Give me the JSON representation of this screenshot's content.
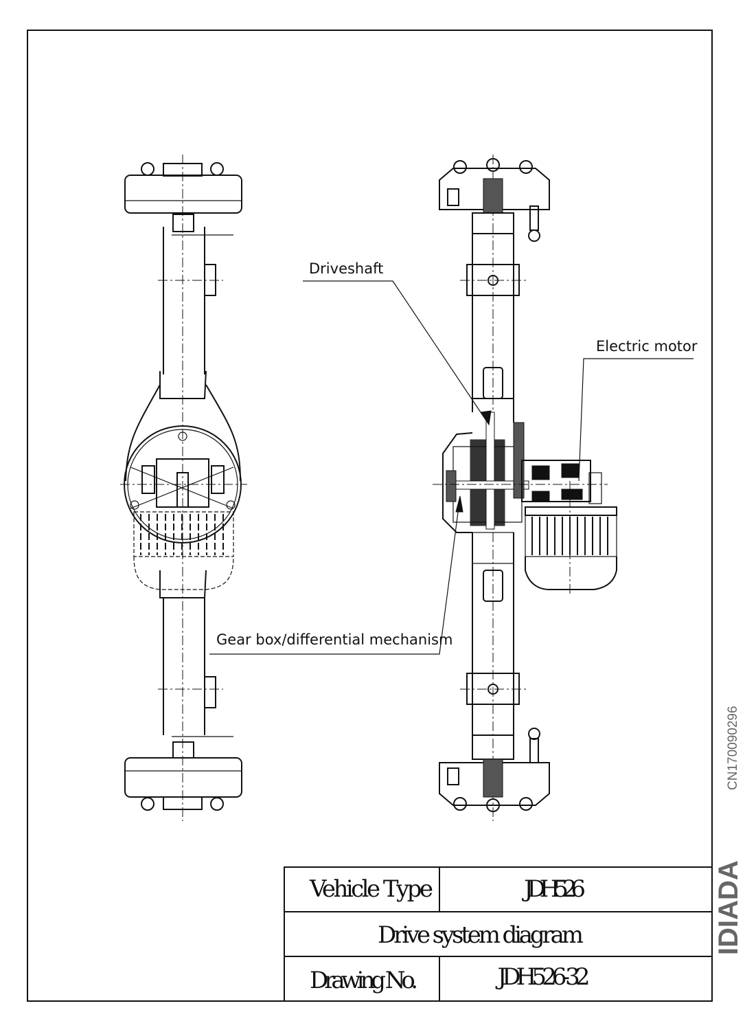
{
  "labels": {
    "driveshaft": "Driveshaft",
    "electric_motor": "Electric motor",
    "gearbox": "Gear box/differential mechanism"
  },
  "title_block": {
    "vehicle_type_label": "Vehicle Type",
    "vehicle_type_value": "JDH526",
    "title": "Drive system diagram",
    "drawing_no_label": "Drawing No.",
    "drawing_no_value": "JDH526-32"
  },
  "watermark": {
    "logo": "IDIADA",
    "code": "CN170090296"
  }
}
